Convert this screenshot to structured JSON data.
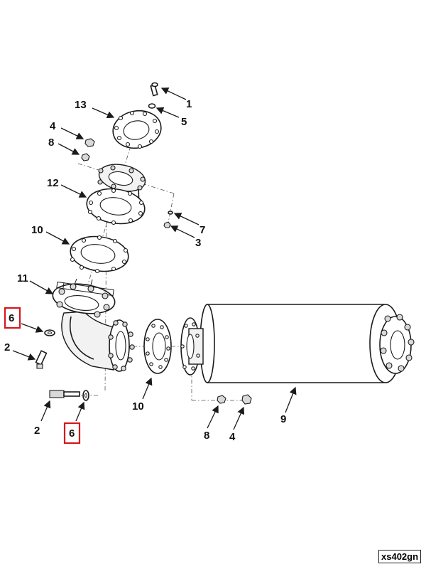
{
  "callouts": {
    "c1": "1",
    "c5": "5",
    "c13": "13",
    "c4_top": "4",
    "c8_top": "8",
    "c12": "12",
    "c7": "7",
    "c3": "3",
    "c10_top": "10",
    "c11": "11",
    "c6_left": "6",
    "c2_left": "2",
    "c10_bottom": "10",
    "c9": "9",
    "c2_bottom": "2",
    "c6_bottom": "6",
    "c8_bottom": "8",
    "c4_bottom": "4"
  },
  "reference_code": "xs402gn",
  "colors": {
    "highlight": "#d9141d",
    "line": "#1a1a1a"
  }
}
